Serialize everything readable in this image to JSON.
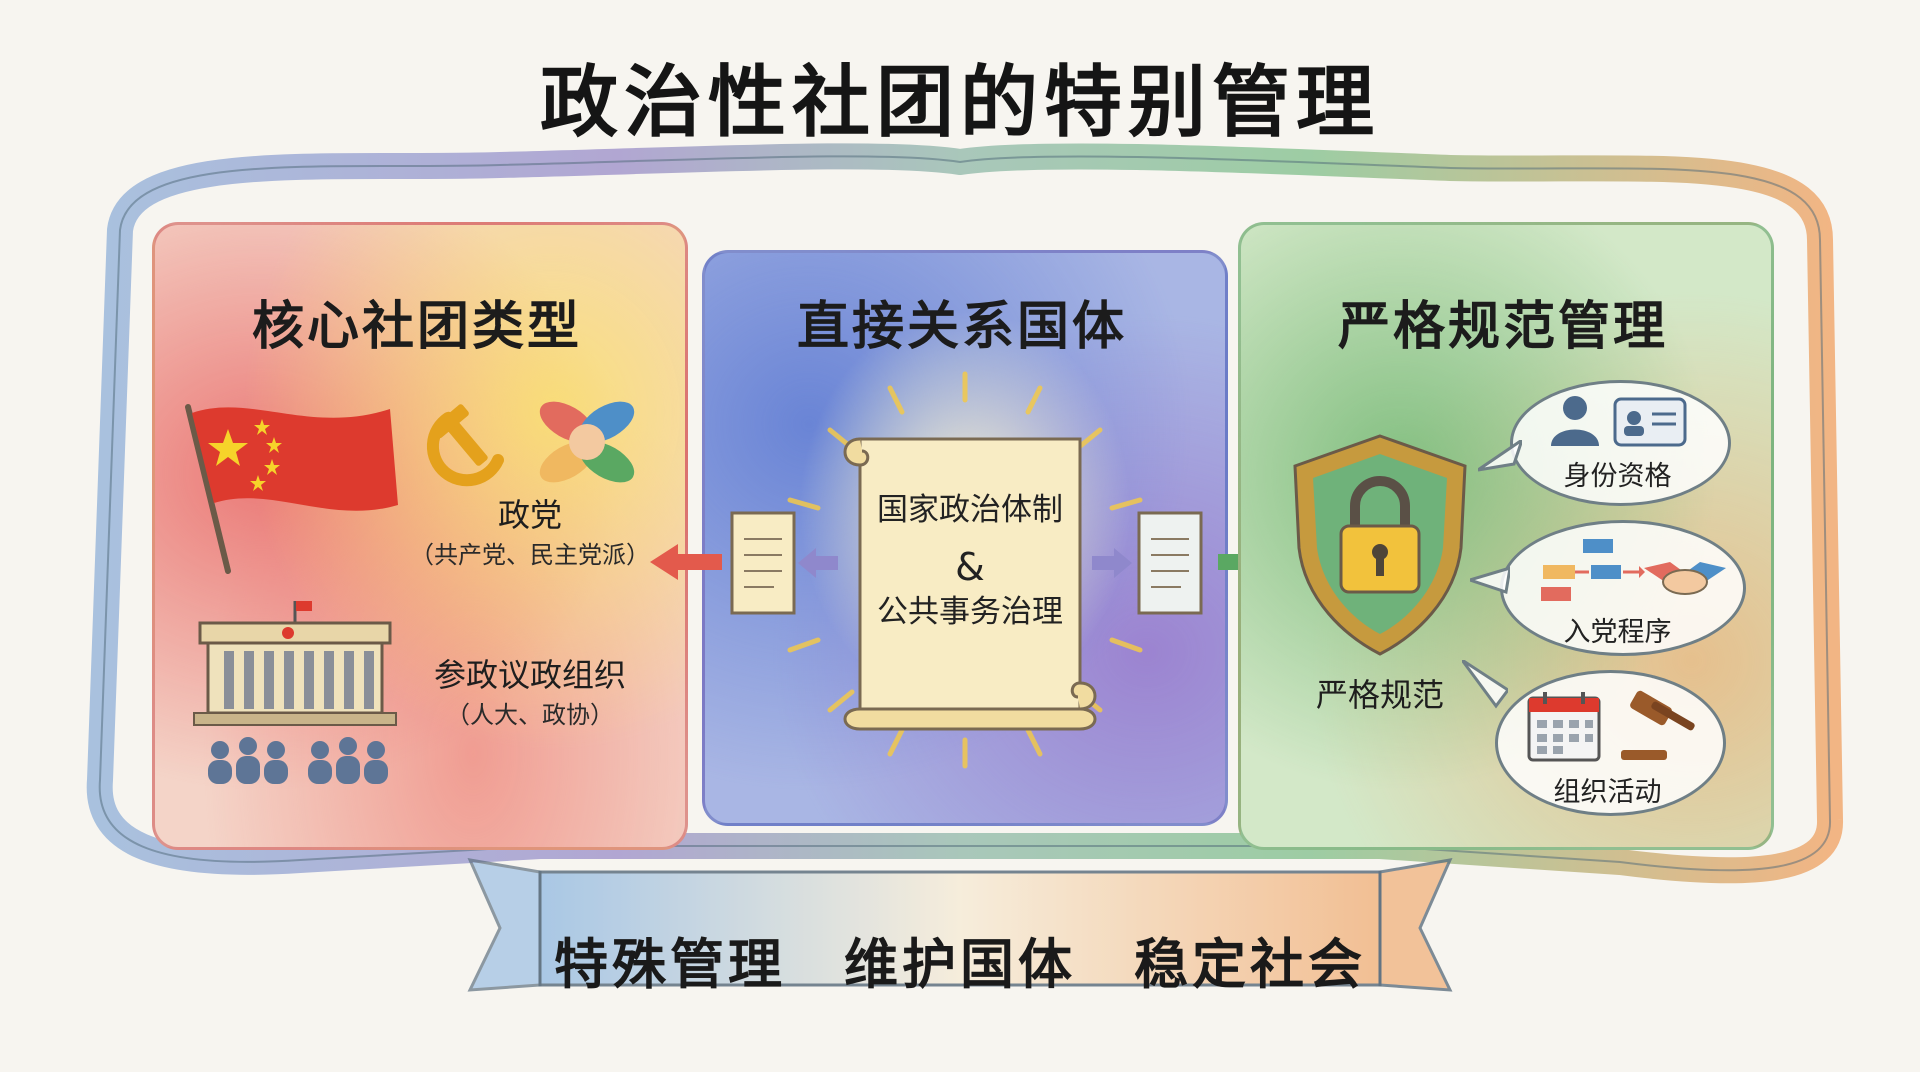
{
  "title": "政治性社团的特别管理",
  "left": {
    "heading": "核心社团类型",
    "party_label": "政党",
    "party_sub": "（共产党、民主党派）",
    "org_label": "参政议政组织",
    "org_sub": "（人大、政协）"
  },
  "middle": {
    "heading": "直接关系国体",
    "scroll_line1": "国家政治体制",
    "scroll_amp": "&",
    "scroll_line2": "公共事务治理"
  },
  "right": {
    "heading": "严格规范管理",
    "shield_label": "严格规范",
    "bubbles": [
      {
        "label": "身份资格"
      },
      {
        "label": "入党程序"
      },
      {
        "label": "组织活动"
      }
    ]
  },
  "slogan": "特殊管理　维护国体　稳定社会",
  "colors": {
    "red": "#e25a56",
    "gold": "#f2b820",
    "blue": "#5a78d2",
    "purple": "#9a72c8",
    "green": "#5aa862",
    "orange": "#ee9a5a"
  },
  "icons": [
    "flag-icon",
    "hammer-sickle-icon",
    "joined-hands-icon",
    "government-building-icon",
    "people-icon",
    "scroll-icon",
    "shield-lock-icon",
    "person-icon",
    "id-card-icon",
    "flowchart-icon",
    "handshake-icon",
    "calendar-icon",
    "gavel-icon"
  ]
}
